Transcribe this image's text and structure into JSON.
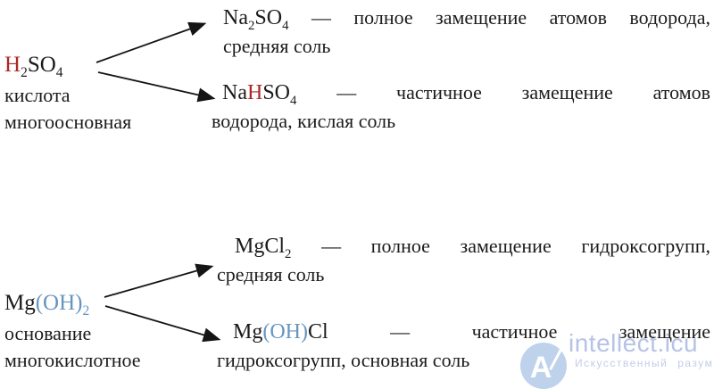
{
  "colors": {
    "text": "#1b1b1b",
    "red": "#b02725",
    "blue": "#6795be",
    "wm-brand": "#b7c3e6",
    "wm-tagline": "#c3cdea",
    "wm-circle": "#a9c3e6",
    "arrow": "#151515"
  },
  "acid": {
    "formula": [
      {
        "t": "H",
        "c": "red"
      },
      {
        "t": "2",
        "sub": true
      },
      {
        "t": "SO"
      },
      {
        "t": "4",
        "sub": true
      }
    ],
    "label_line1": "кислота",
    "label_line2": "многоосновная",
    "products": [
      {
        "formula": [
          {
            "t": "Na"
          },
          {
            "t": "2",
            "sub": true
          },
          {
            "t": "SO"
          },
          {
            "t": "4",
            "sub": true
          }
        ],
        "dash": "—",
        "desc_line1": "полное замещение атомов водорода,",
        "desc_line2": "средняя соль"
      },
      {
        "formula": [
          {
            "t": "Na"
          },
          {
            "t": "H",
            "c": "red"
          },
          {
            "t": "SO"
          },
          {
            "t": "4",
            "sub": true
          }
        ],
        "dash": "—",
        "desc_line1": "частичное замещение атомов",
        "desc_line2": "водорода, кислая соль"
      }
    ]
  },
  "base": {
    "formula": [
      {
        "t": "Mg"
      },
      {
        "t": "(OH)",
        "c": "blue"
      },
      {
        "t": "2",
        "sub": true,
        "c": "blue"
      }
    ],
    "label_line1": "основание",
    "label_line2": "многокислотное",
    "products": [
      {
        "formula": [
          {
            "t": "MgCl"
          },
          {
            "t": "2",
            "sub": true
          }
        ],
        "dash": "—",
        "desc_line1": "полное замещение гидроксогрупп,",
        "desc_line2": "средняя соль"
      },
      {
        "formula": [
          {
            "t": "Mg"
          },
          {
            "t": "(OH)",
            "c": "blue"
          },
          {
            "t": "Cl"
          }
        ],
        "dash": "—",
        "desc_line1": "частичное замещение",
        "desc_line2": "гидроксогрупп, основная соль"
      }
    ]
  },
  "watermark": {
    "logo_letter": "A",
    "brand": "intellect.icu",
    "tagline": "Искусственный разум"
  }
}
